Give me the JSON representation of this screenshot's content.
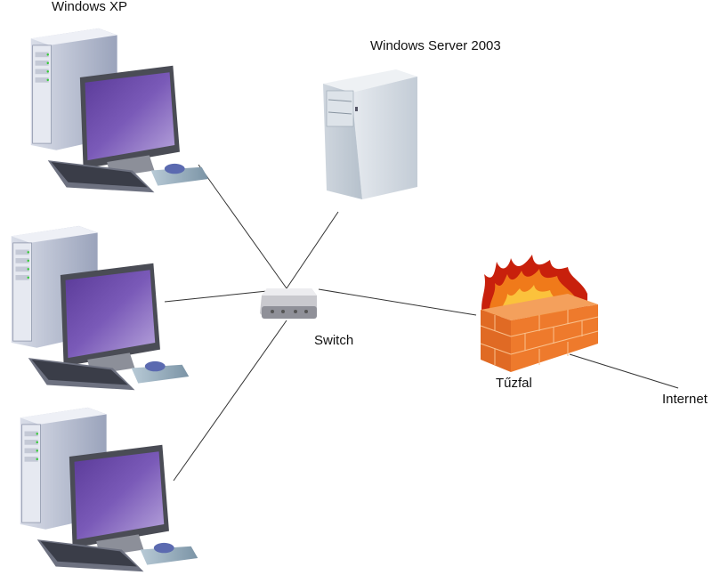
{
  "diagram": {
    "nodes": [
      {
        "id": "pc1",
        "type": "workstation",
        "label": "Windows XP"
      },
      {
        "id": "pc2",
        "type": "workstation",
        "label": ""
      },
      {
        "id": "pc3",
        "type": "workstation",
        "label": ""
      },
      {
        "id": "server",
        "type": "server",
        "label": "Windows Server 2003"
      },
      {
        "id": "switch",
        "type": "switch",
        "label": "Switch"
      },
      {
        "id": "firewall",
        "type": "firewall",
        "label": "Tűzfal"
      },
      {
        "id": "internet",
        "type": "endpoint",
        "label": "Internet"
      }
    ],
    "edges": [
      {
        "from": "pc1",
        "to": "switch"
      },
      {
        "from": "server",
        "to": "switch"
      },
      {
        "from": "pc2",
        "to": "switch"
      },
      {
        "from": "pc3",
        "to": "switch"
      },
      {
        "from": "switch",
        "to": "firewall"
      },
      {
        "from": "firewall",
        "to": "internet"
      }
    ]
  },
  "labels": {
    "pc1": "Windows XP",
    "server": "Windows Server 2003",
    "switch": "Switch",
    "firewall": "Tűzfal",
    "internet": "Internet"
  },
  "colors": {
    "screen": "#6a4aa8",
    "brick": "#e8782e",
    "flame": "#d42a10",
    "line": "#333333"
  }
}
